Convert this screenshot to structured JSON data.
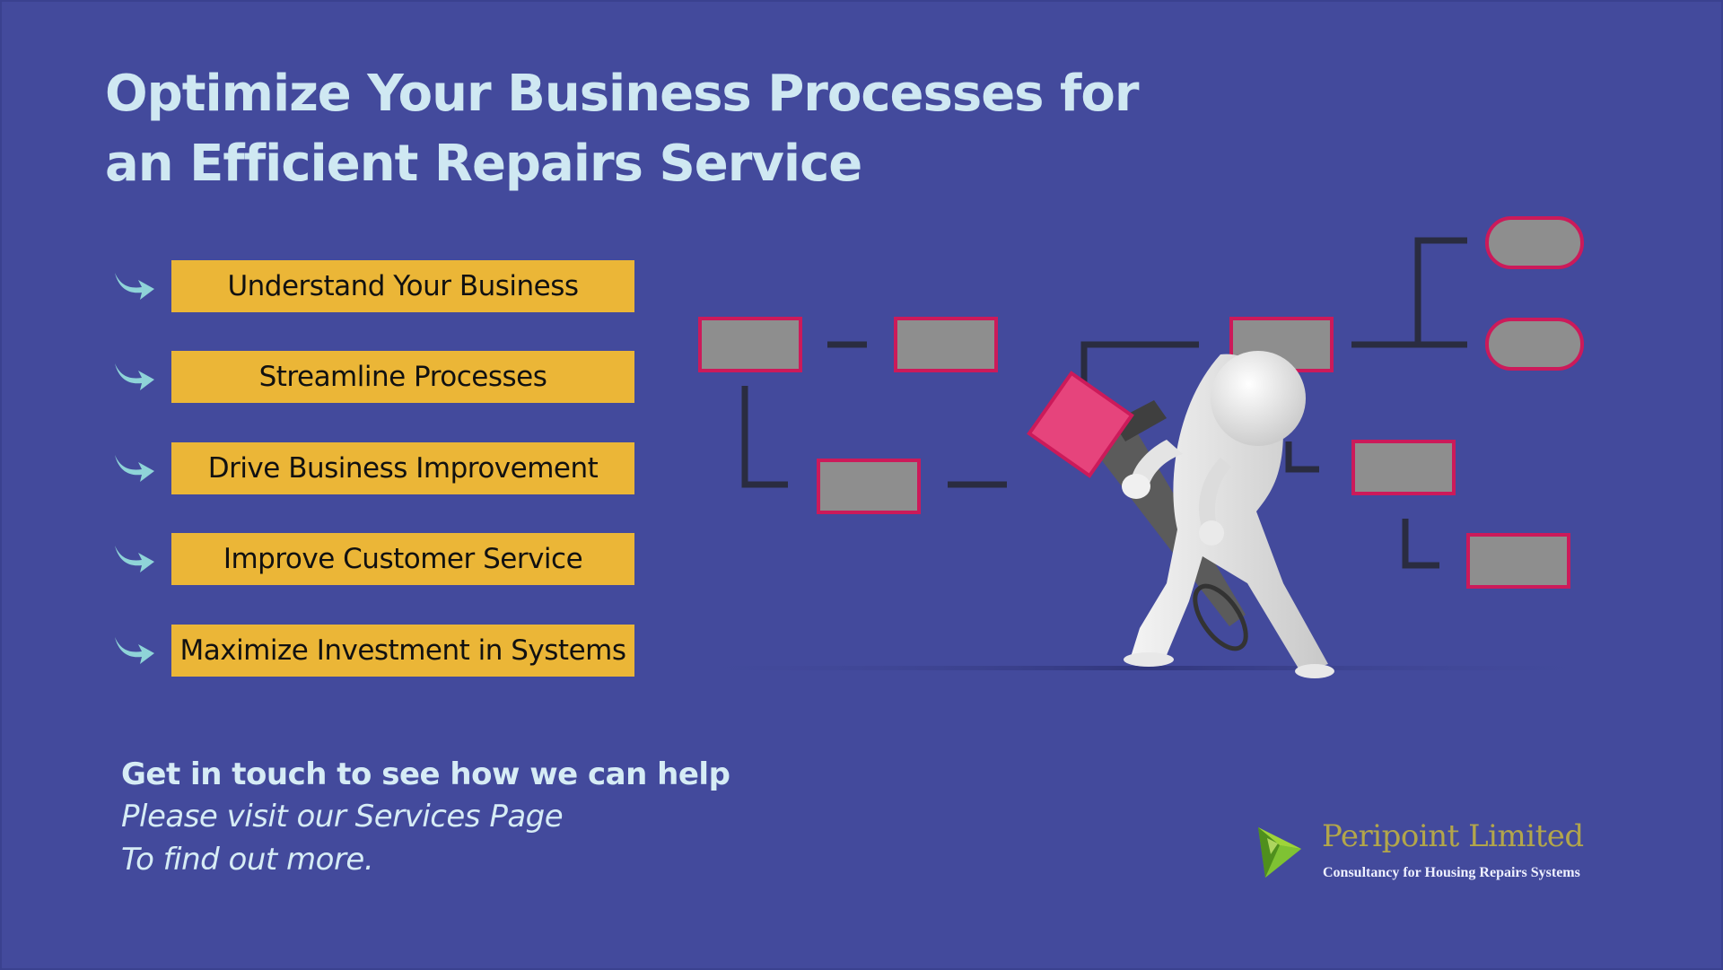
{
  "slide": {
    "title": "Optimize Your Business Processes for an Efficient Repairs Service",
    "background_color": "#434a9c",
    "accent_color": "#ebb637"
  },
  "bullets": [
    {
      "label": "Understand Your Business",
      "icon": "arrow-icon"
    },
    {
      "label": "Streamline Processes",
      "icon": "arrow-icon"
    },
    {
      "label": "Drive Business Improvement",
      "icon": "arrow-icon"
    },
    {
      "label": "Improve Customer Service",
      "icon": "arrow-icon"
    },
    {
      "label": "Maximize Investment in Systems",
      "icon": "arrow-icon"
    }
  ],
  "cta": {
    "heading": "Get in touch to see how we can help",
    "line1": "Please visit our Services Page",
    "line2": "To find out more."
  },
  "logo": {
    "name": "Peripoint Limited",
    "tagline": "Consultancy for Housing Repairs Systems",
    "icon": "green-gem-icon"
  },
  "illustration": {
    "icon": "stick-figure-wrench-flowchart-icon",
    "box_border_color": "#cc1a5a",
    "highlight_color": "#e6447c"
  }
}
